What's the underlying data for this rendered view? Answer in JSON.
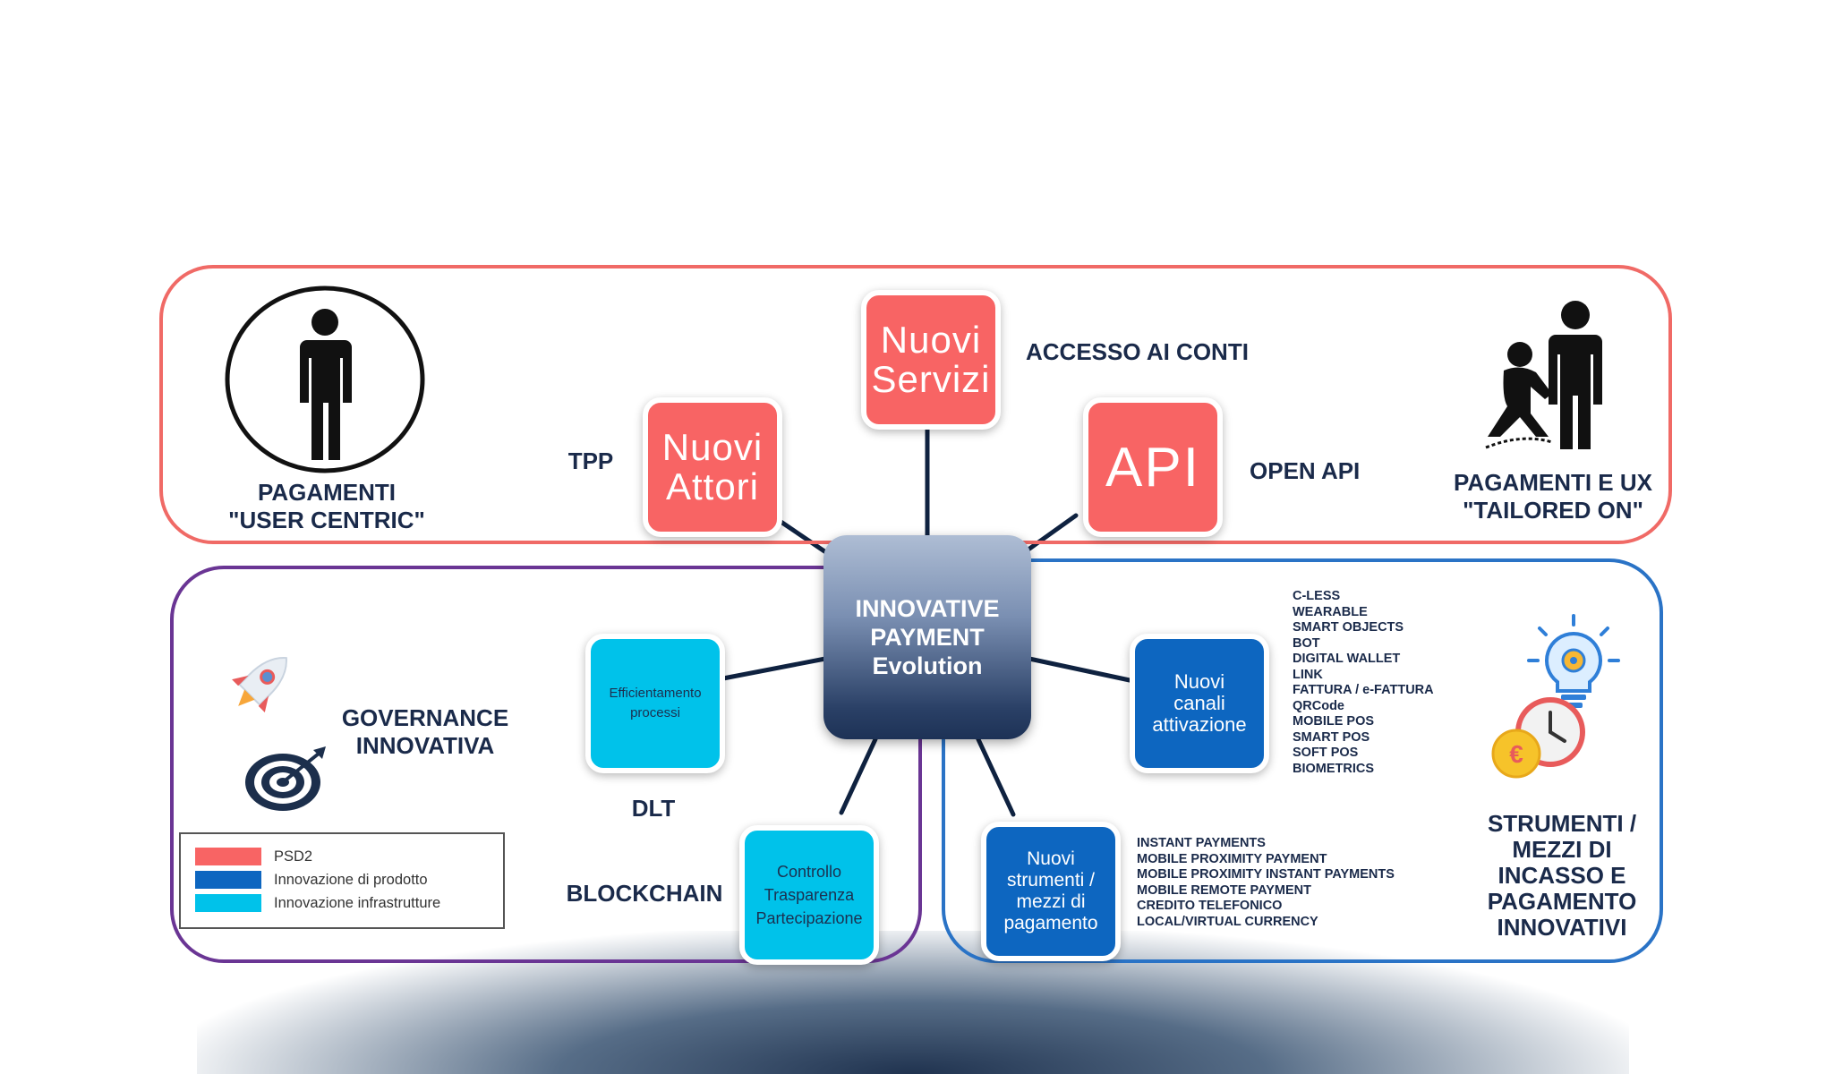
{
  "colors": {
    "psd2": "#f86464",
    "prodotto": "#0d66c0",
    "infrastrutture": "#00c2ea",
    "frame_red": "#f06a66",
    "frame_purple": "#6a3594",
    "frame_blue": "#2a73c6",
    "text_navy": "#1a2a4a"
  },
  "center": {
    "line1": "INNOVATIVE",
    "line2": "PAYMENT",
    "line3": "Evolution"
  },
  "top": {
    "left_title_1": "PAGAMENTI",
    "left_title_2": "\"USER CENTRIC\"",
    "right_title_1": "PAGAMENTI E UX",
    "right_title_2": "\"TAILORED ON\"",
    "tpp": "TPP",
    "accesso": "ACCESSO AI CONTI",
    "open_api": "OPEN API",
    "nuovi_attori_1": "Nuovi",
    "nuovi_attori_2": "Attori",
    "nuovi_servizi_1": "Nuovi",
    "nuovi_servizi_2": "Servizi",
    "api": "API",
    "icons": {
      "person": "person-in-circle-icon",
      "tailor": "tailor-measuring-icon"
    }
  },
  "left": {
    "governance_1": "GOVERNANCE",
    "governance_2": "INNOVATIVA",
    "dlt_card_1": "Efficientamento",
    "dlt_card_2": "processi",
    "dlt": "DLT",
    "block_card_1": "Controllo",
    "block_card_2": "Trasparenza",
    "block_card_3": "Partecipazione",
    "blockchain": "BLOCKCHAIN",
    "icons": {
      "rocket": "rocket-icon",
      "target": "target-icon"
    }
  },
  "right": {
    "canali_1": "Nuovi",
    "canali_2": "canali",
    "canali_3": "attivazione",
    "canali_list": [
      "C-LESS",
      "WEARABLE",
      "SMART OBJECTS",
      "BOT",
      "DIGITAL WALLET",
      "LINK",
      "FATTURA / e-FATTURA",
      "QRCode",
      "MOBILE POS",
      "SMART POS",
      "SOFT POS",
      "BIOMETRICS"
    ],
    "strumenti_1": "Nuovi",
    "strumenti_2": "strumenti /",
    "strumenti_3": "mezzi di",
    "strumenti_4": "pagamento",
    "strumenti_list": [
      "INSTANT PAYMENTS",
      "MOBILE PROXIMITY PAYMENT",
      "MOBILE PROXIMITY INSTANT PAYMENTS",
      "MOBILE REMOTE PAYMENT",
      "CREDITO TELEFONICO",
      "LOCAL/VIRTUAL CURRENCY"
    ],
    "title_1": "STRUMENTI /",
    "title_2": "MEZZI DI",
    "title_3": "INCASSO E",
    "title_4": "PAGAMENTO",
    "title_5": "INNOVATIVI",
    "icons": {
      "bulb": "lightbulb-gear-icon",
      "clock": "clock-euro-icon"
    }
  },
  "legend": {
    "psd2": "PSD2",
    "prodotto": "Innovazione di prodotto",
    "infrastrutture": "Innovazione infrastrutture"
  }
}
